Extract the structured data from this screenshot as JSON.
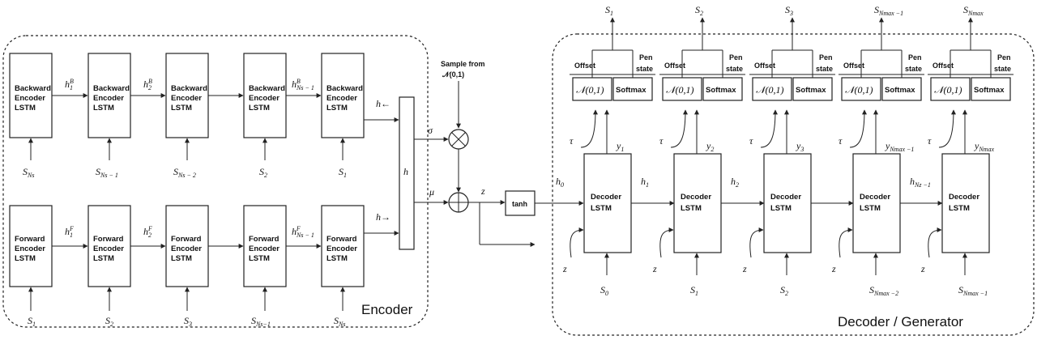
{
  "encoder": {
    "title": "Encoder",
    "backward_lines": [
      "Backward",
      "Encoder",
      "LSTM"
    ],
    "forward_lines": [
      "Forward",
      "Encoder",
      "LSTM"
    ],
    "backward_inputs": [
      "S",
      "S",
      "S",
      "S",
      "S"
    ],
    "backward_input_subs": [
      "Ns",
      "Ns − 1",
      "Ns − 2",
      "2",
      "1"
    ],
    "forward_inputs": [
      "S",
      "S",
      "S",
      "S",
      "S"
    ],
    "forward_input_subs": [
      "1",
      "2",
      "3",
      "Ns−1",
      "Ns"
    ],
    "backward_hidden": [
      "h",
      "h",
      "h"
    ],
    "backward_hidden_subs": [
      "1",
      "2",
      "Ns − 1"
    ],
    "backward_hidden_sup": "B",
    "forward_hidden": [
      "h",
      "h",
      "h"
    ],
    "forward_hidden_subs": [
      "1",
      "2",
      "Ns − 1"
    ],
    "forward_hidden_sup": "F",
    "h_back": "h←",
    "h_fwd": "h→",
    "h_concat": "h"
  },
  "latent": {
    "sample_label_1": "Sample from",
    "sample_label_2": "𝒩(0,1)",
    "sigma": "σ",
    "mu": "μ",
    "times": "⊗",
    "plus": "⊕",
    "z": "z",
    "tanh": "tanh"
  },
  "decoder": {
    "title": "Decoder / Generator",
    "block_lines": [
      "Decoder",
      "LSTM"
    ],
    "normal": "𝒩(0,1)",
    "softmax": "Softmax",
    "offset": "Offset",
    "pen_1": "Pen",
    "pen_2": "state",
    "tau": "τ",
    "z": "z",
    "h0": "h",
    "h0_sub": "0",
    "outputs": [
      "S",
      "S",
      "S",
      "S",
      "S"
    ],
    "output_subs": [
      "1",
      "2",
      "3",
      "Nmax −1",
      "Nmax"
    ],
    "y_labels": [
      "y",
      "y",
      "y",
      "y",
      "y"
    ],
    "y_subs": [
      "1",
      "2",
      "3",
      "Nmax −1",
      "Nmax"
    ],
    "hidden": [
      "h",
      "h",
      "h"
    ],
    "hidden_subs": [
      "1",
      "2",
      "Nz −1"
    ],
    "inputs": [
      "S",
      "S",
      "S",
      "S",
      "S"
    ],
    "input_subs": [
      "0",
      "1",
      "2",
      "Nmax −2",
      "Nmax −1"
    ]
  }
}
